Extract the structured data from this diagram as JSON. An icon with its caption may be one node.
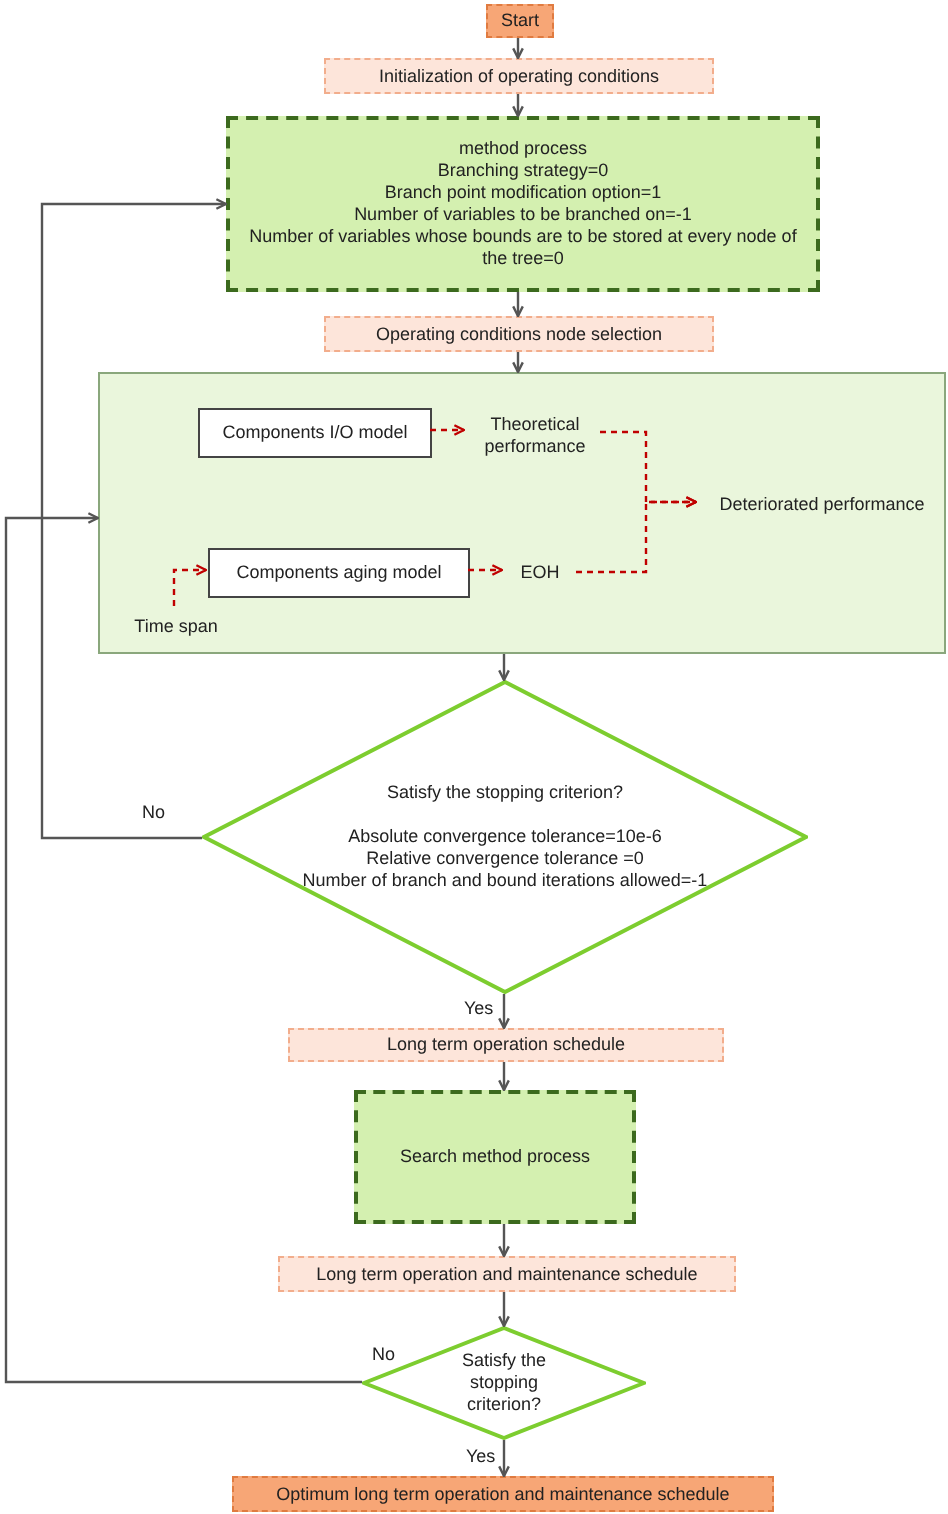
{
  "diagram": {
    "nodes": [
      {
        "text": [
          "Start"
        ]
      },
      {
        "text": [
          "Initialization of operating conditions"
        ]
      },
      {
        "text": [
          "method process",
          "Branching strategy=0",
          "Branch point modification option=1",
          "Number of variables to be branched on=-1",
          "Number of variables whose bounds are to be stored at every node of the tree=0"
        ]
      },
      {
        "text": [
          "Operating conditions node selection"
        ]
      },
      {
        "text": [],
        "shape": "box"
      },
      {
        "text": [
          "Components I/O model"
        ],
        "in": 4
      },
      {
        "text": [
          "Theoretical performance"
        ],
        "in": 4
      },
      {
        "text": [
          "Deteriorated performance"
        ],
        "in": 4
      },
      {
        "text": [
          "Time span"
        ],
        "in": 4
      },
      {
        "text": [
          "Components aging model"
        ],
        "in": 4
      },
      {
        "text": [
          "EOH"
        ],
        "in": 4
      },
      {
        "text": [
          "Satisfy the stopping criterion?",
          "Absolute convergence tolerance=10e-6",
          "Relative convergence tolerance =0",
          "Number of branch and bound iterations allowed=-1"
        ]
      },
      {
        "text": [
          "Long term operation schedule"
        ]
      },
      {
        "text": [
          "Search method process"
        ]
      },
      {
        "text": [
          "Long term operation and maintenance schedule"
        ]
      },
      {
        "text": [
          "Satisfy the stopping criterion?"
        ]
      },
      {
        "text": [
          "Optimum long term operation and maintenance schedule"
        ]
      }
    ],
    "edges": [
      {
        "from": 0,
        "to": 1,
        "arrow": "to"
      },
      {
        "from": 1,
        "to": 2,
        "arrow": "to"
      },
      {
        "from": 2,
        "to": 3,
        "arrow": "to"
      },
      {
        "from": 3,
        "to": 4,
        "arrow": "to"
      },
      {
        "from": 5,
        "to": 6,
        "arrow": "to",
        "style": "dashed",
        "color": "#c00000"
      },
      {
        "from": 6,
        "to": 7,
        "arrow": "to",
        "style": "dashed",
        "color": "#c00000"
      },
      {
        "from": 10,
        "to": 7,
        "arrow": "to",
        "style": "dashed",
        "color": "#c00000"
      },
      {
        "from": 8,
        "to": 9,
        "arrow": "to",
        "style": "dashed",
        "color": "#c00000"
      },
      {
        "from": 9,
        "to": 10,
        "arrow": "to",
        "style": "dashed",
        "color": "#c00000"
      },
      {
        "from": 4,
        "to": 11,
        "arrow": "to"
      },
      {
        "from": 11,
        "to": 2,
        "arrow": "to",
        "label": "No"
      },
      {
        "from": 11,
        "to": 12,
        "arrow": "to",
        "label": "Yes"
      },
      {
        "from": 12,
        "to": 13,
        "arrow": "to"
      },
      {
        "from": 13,
        "to": 14,
        "arrow": "to"
      },
      {
        "from": 14,
        "to": 15,
        "arrow": "to"
      },
      {
        "from": 15,
        "to": 4,
        "arrow": "to",
        "label": "No"
      },
      {
        "from": 15,
        "to": 16,
        "arrow": "to",
        "label": "Yes"
      }
    ]
  }
}
